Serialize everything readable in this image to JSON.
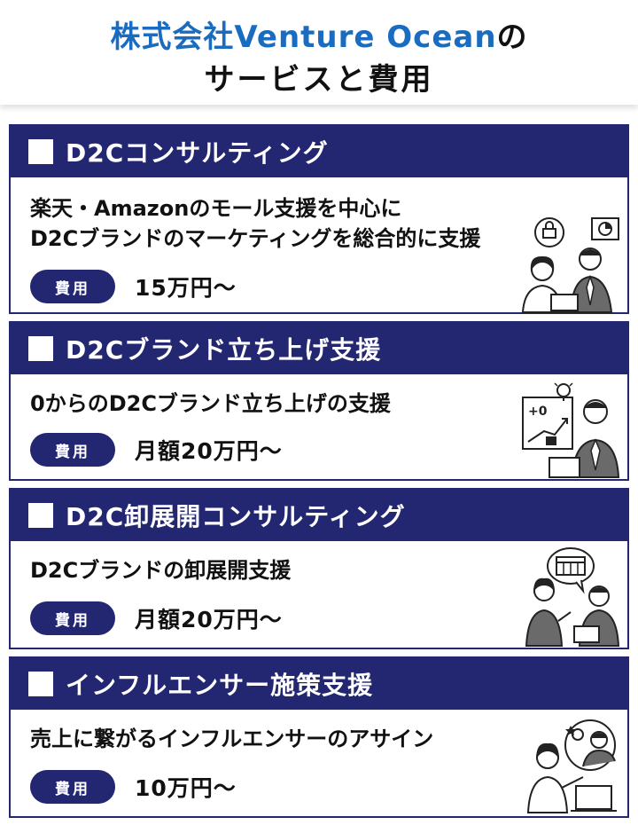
{
  "header": {
    "title_main": "株式会社Venture Ocean",
    "title_no": "の",
    "subtitle": "サービスと費用"
  },
  "colors": {
    "brand_blue": "#1a6cc0",
    "navy": "#232670"
  },
  "cards": [
    {
      "title": "D2Cコンサルティング",
      "desc_lines": [
        "楽天・Amazonのモール支援を中心に",
        "D2Cブランドのマーケティングを総合的に支援"
      ],
      "fee_label": "費用",
      "fee_value": "15万円～",
      "illustration_icon": "consulting-meeting-illustration"
    },
    {
      "title": "D2Cブランド立ち上げ支援",
      "desc_lines": [
        "0からのD2Cブランド立ち上げの支援"
      ],
      "fee_label": "費用",
      "fee_value": "月額20万円～",
      "illustration_icon": "brand-launch-illustration",
      "illustration_text": "+0"
    },
    {
      "title": "D2C卸展開コンサルティング",
      "desc_lines": [
        "D2Cブランドの卸展開支援"
      ],
      "fee_label": "費用",
      "fee_value": "月額20万円～",
      "illustration_icon": "wholesale-store-illustration"
    },
    {
      "title": "インフルエンサー施策支援",
      "desc_lines": [
        "売上に繋がるインフルエンサーのアサイン"
      ],
      "fee_label": "費用",
      "fee_value": "10万円～",
      "illustration_icon": "influencer-illustration"
    }
  ]
}
